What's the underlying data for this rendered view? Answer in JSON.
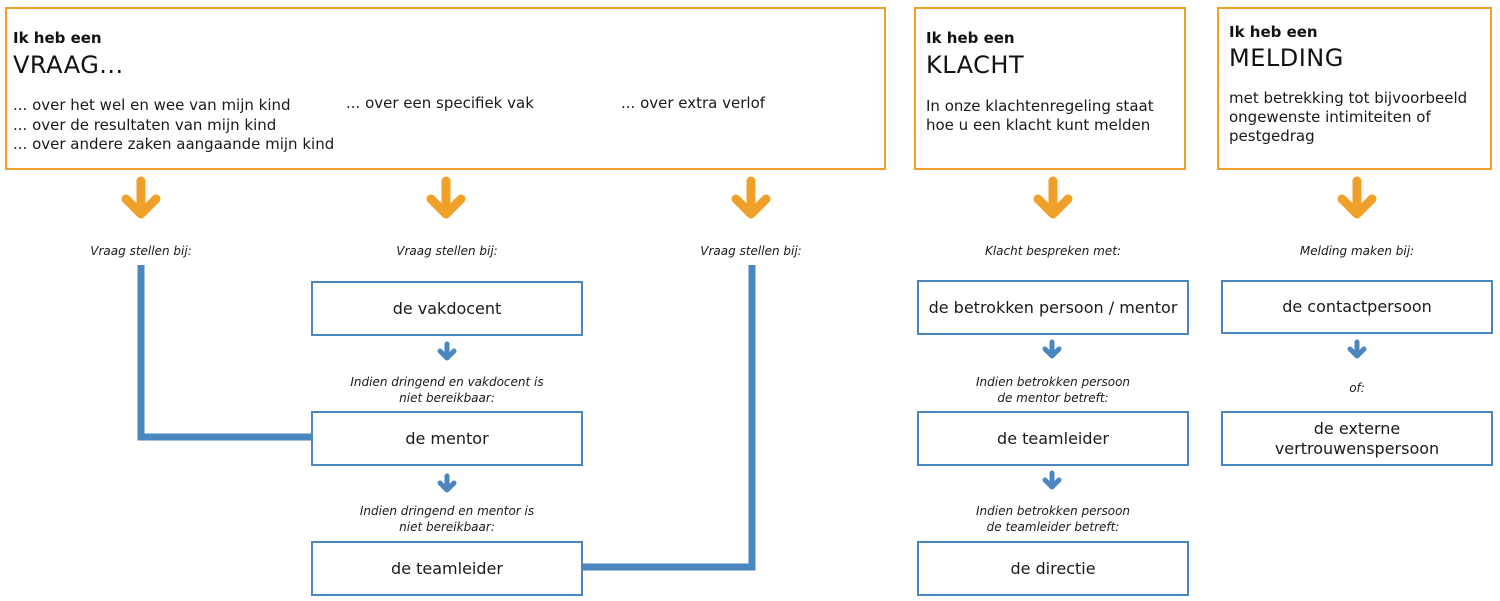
{
  "colors": {
    "orange": "#f0a028",
    "blue": "#4a86bf"
  },
  "vraag": {
    "intro": "Ik heb een",
    "title": "VRAAG...",
    "items_col1": [
      "... over het wel en wee van mijn kind",
      "... over de resultaten van mijn kind",
      "... over andere zaken aangaande mijn kind"
    ],
    "item_col2": "... over een specifiek vak",
    "item_col3": "... over extra verlof",
    "branch1": {
      "caption": "Vraag stellen bij:"
    },
    "branch2": {
      "caption": "Vraag stellen bij:",
      "box1": "de vakdocent",
      "cond1_line1": "Indien dringend en vakdocent is",
      "cond1_line2": "niet bereikbaar:",
      "box2": "de mentor",
      "cond2_line1": "Indien dringend en mentor is",
      "cond2_line2": "niet bereikbaar:",
      "box3": "de teamleider"
    },
    "branch3": {
      "caption": "Vraag stellen bij:"
    }
  },
  "klacht": {
    "intro": "Ik heb een",
    "title": "KLACHT",
    "text_line1": "In onze klachtenregeling staat",
    "text_line2": "hoe u een klacht kunt melden",
    "caption": "Klacht bespreken met:",
    "box1": "de betrokken persoon / mentor",
    "cond1_line1": "Indien betrokken persoon",
    "cond1_line2": "de mentor betreft:",
    "box2": "de teamleider",
    "cond2_line1": "Indien betrokken persoon",
    "cond2_line2": "de teamleider betreft:",
    "box3": "de directie"
  },
  "melding": {
    "intro": "Ik heb een",
    "title": "MELDING",
    "text_line1": "met betrekking tot bijvoorbeeld",
    "text_line2": "ongewenste intimiteiten of",
    "text_line3": "pestgedrag",
    "caption": "Melding maken bij:",
    "box1": "de contactpersoon",
    "or": "of:",
    "box2_line1": "de externe",
    "box2_line2": "vertrouwenspersoon"
  }
}
